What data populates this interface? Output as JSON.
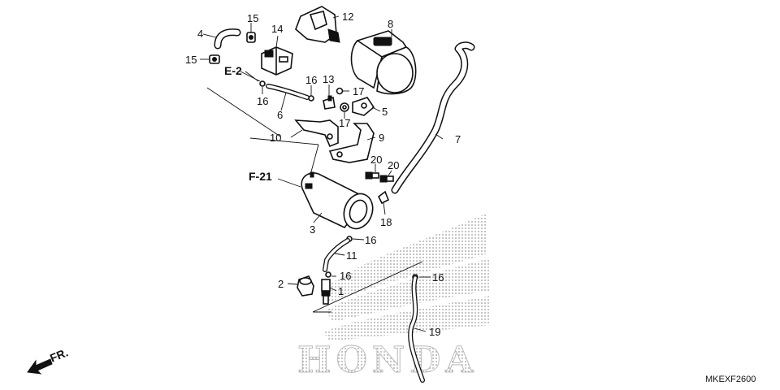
{
  "callouts": {
    "c1": "1",
    "c2": "2",
    "c3": "3",
    "c4": "4",
    "c5": "5",
    "c6": "6",
    "c7": "7",
    "c8": "8",
    "c9": "9",
    "c10": "10",
    "c11": "11",
    "c12": "12",
    "c13": "13",
    "c14": "14",
    "c15a": "15",
    "c15b": "15",
    "c16a": "16",
    "c16b": "16",
    "c16c": "16",
    "c16d": "16",
    "c16e": "16",
    "c17a": "17",
    "c17b": "17",
    "c18": "18",
    "c19": "19",
    "c20a": "20",
    "c20b": "20"
  },
  "references": {
    "e2": "E-2",
    "f21": "F-21"
  },
  "direction": {
    "label": "FR."
  },
  "diagram_code": "MKEXF2600",
  "watermark": "HONDA"
}
